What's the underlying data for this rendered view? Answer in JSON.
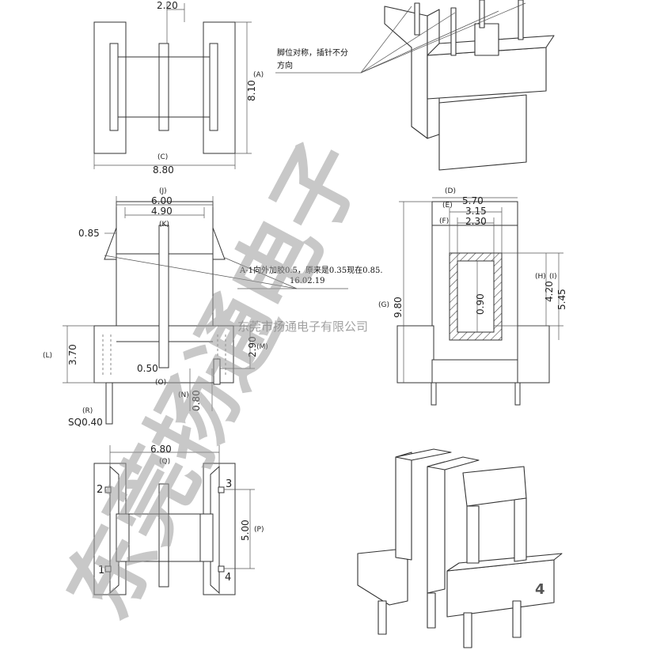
{
  "dimensions": {
    "top_width": "2.20",
    "A": "(A)",
    "A_val": "8.10",
    "C": "(C)",
    "C_val": "8.80",
    "J": "(J)",
    "J_val": "6.00",
    "K": "(K)",
    "K_val": "4.90",
    "left_wing": "0.85",
    "L": "(L)",
    "L_val": "3.70",
    "M": "(M)",
    "M_val": "2.90",
    "O": "(O)",
    "O_val": "0.50",
    "N": "(N)",
    "N_val": "0.80",
    "R": "(R)",
    "R_val": "SQ0.40",
    "D": "(D)",
    "D_val": "5.70",
    "E": "(E)",
    "E_val": "3.15",
    "F": "(F)",
    "F_val": "2.30",
    "H": "(H)",
    "H_val": "4.20",
    "I": "(I)",
    "I_val": "5.45",
    "G": "(G)",
    "G_val": "9.80",
    "center_val": "0.90",
    "Q": "(Q)",
    "Q_val": "6.80",
    "P": "(P)",
    "P_val": "5.00"
  },
  "notes": {
    "symmetry_line1": "脚位对称，插针不分",
    "symmetry_line2": "方向",
    "change_line1": "A-1向外加胶0.5，原来是0.35现在0.85.",
    "change_line2": "16.02.19"
  },
  "pins": {
    "p1": "1",
    "p2": "2",
    "p3": "3",
    "p4": "4"
  },
  "page_number": "4",
  "watermark": {
    "big": "东莞扬通电子",
    "small": "东莞市扬通电子有限公司"
  },
  "colors": {
    "line": "#333333",
    "watermark": "#9a9a9a",
    "hatch": "#444444"
  }
}
